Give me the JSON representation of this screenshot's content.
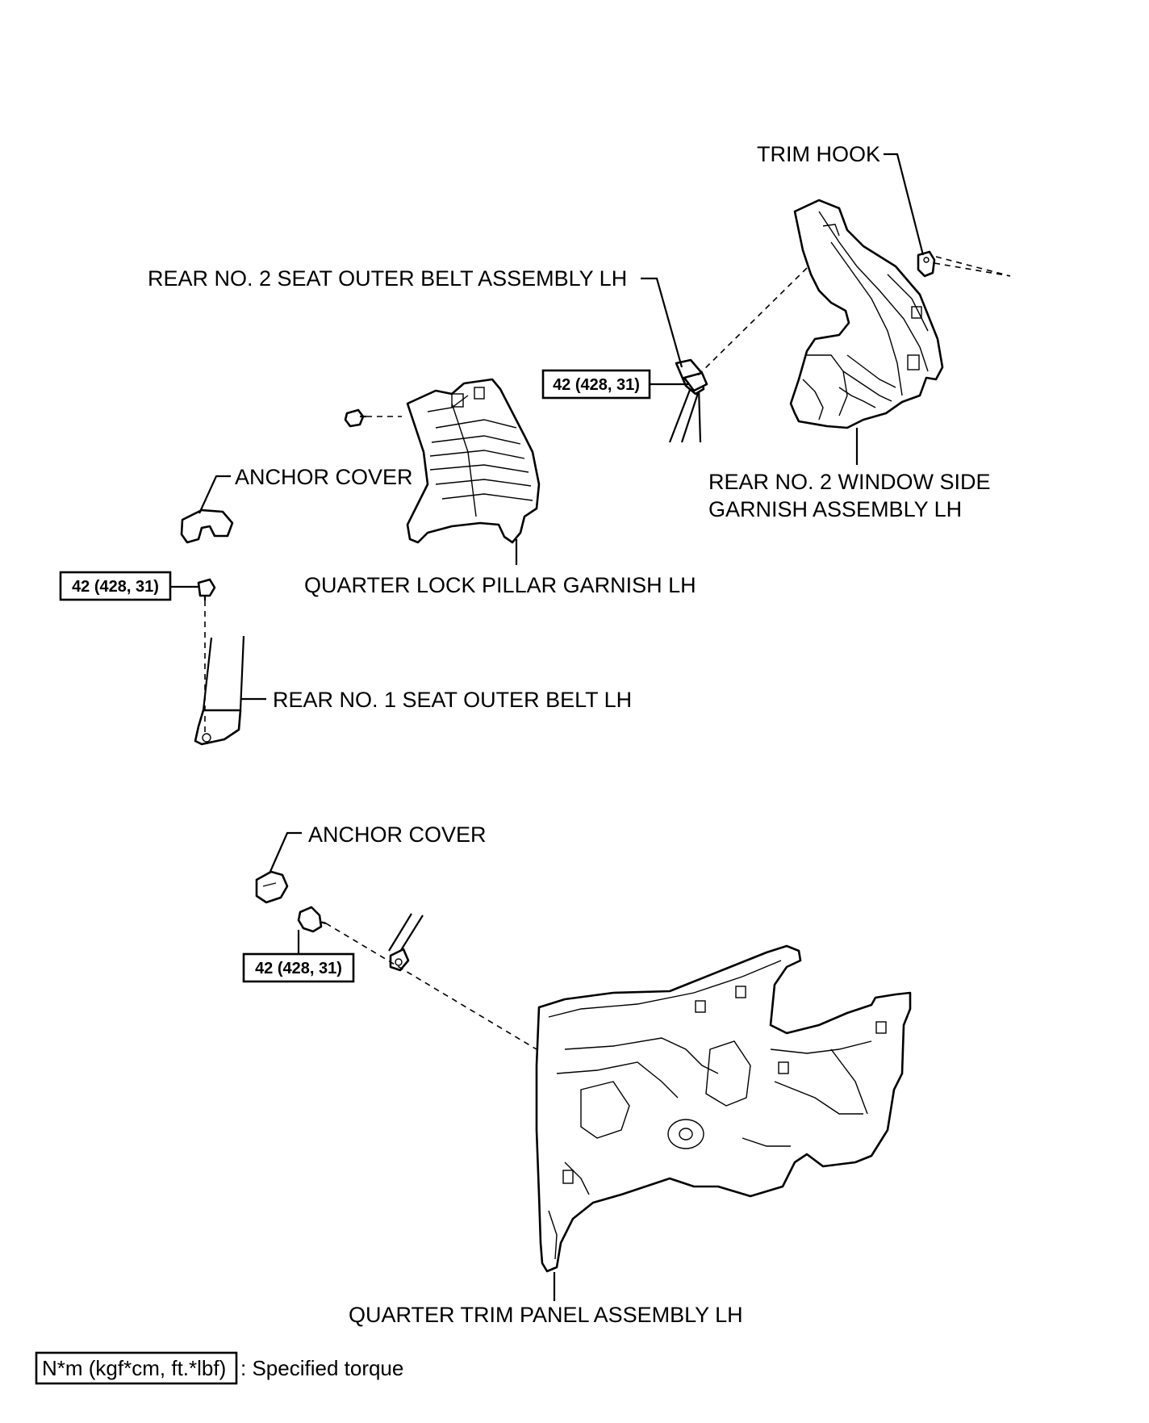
{
  "labels": {
    "trim_hook": "TRIM HOOK",
    "rear_no2_seat_belt": "REAR NO. 2 SEAT OUTER BELT ASSEMBLY LH",
    "anchor_cover_upper": "ANCHOR COVER",
    "quarter_lock_pillar_garnish": "QUARTER LOCK PILLAR GARNISH LH",
    "rear_no2_window_garnish_line1": "REAR NO. 2 WINDOW SIDE",
    "rear_no2_window_garnish_line2": "GARNISH ASSEMBLY LH",
    "rear_no1_seat_belt": "REAR NO. 1 SEAT OUTER BELT LH",
    "anchor_cover_lower": "ANCHOR COVER",
    "quarter_trim_panel": "QUARTER TRIM PANEL ASSEMBLY LH"
  },
  "torques": {
    "upper_belt_bolt": "42 (428, 31)",
    "middle_belt_bolt": "42 (428, 31)",
    "lower_belt_bolt": "42 (428, 31)"
  },
  "legend": {
    "box_text": "N*m (kgf*cm, ft.*lbf)",
    "description": ": Specified torque"
  }
}
